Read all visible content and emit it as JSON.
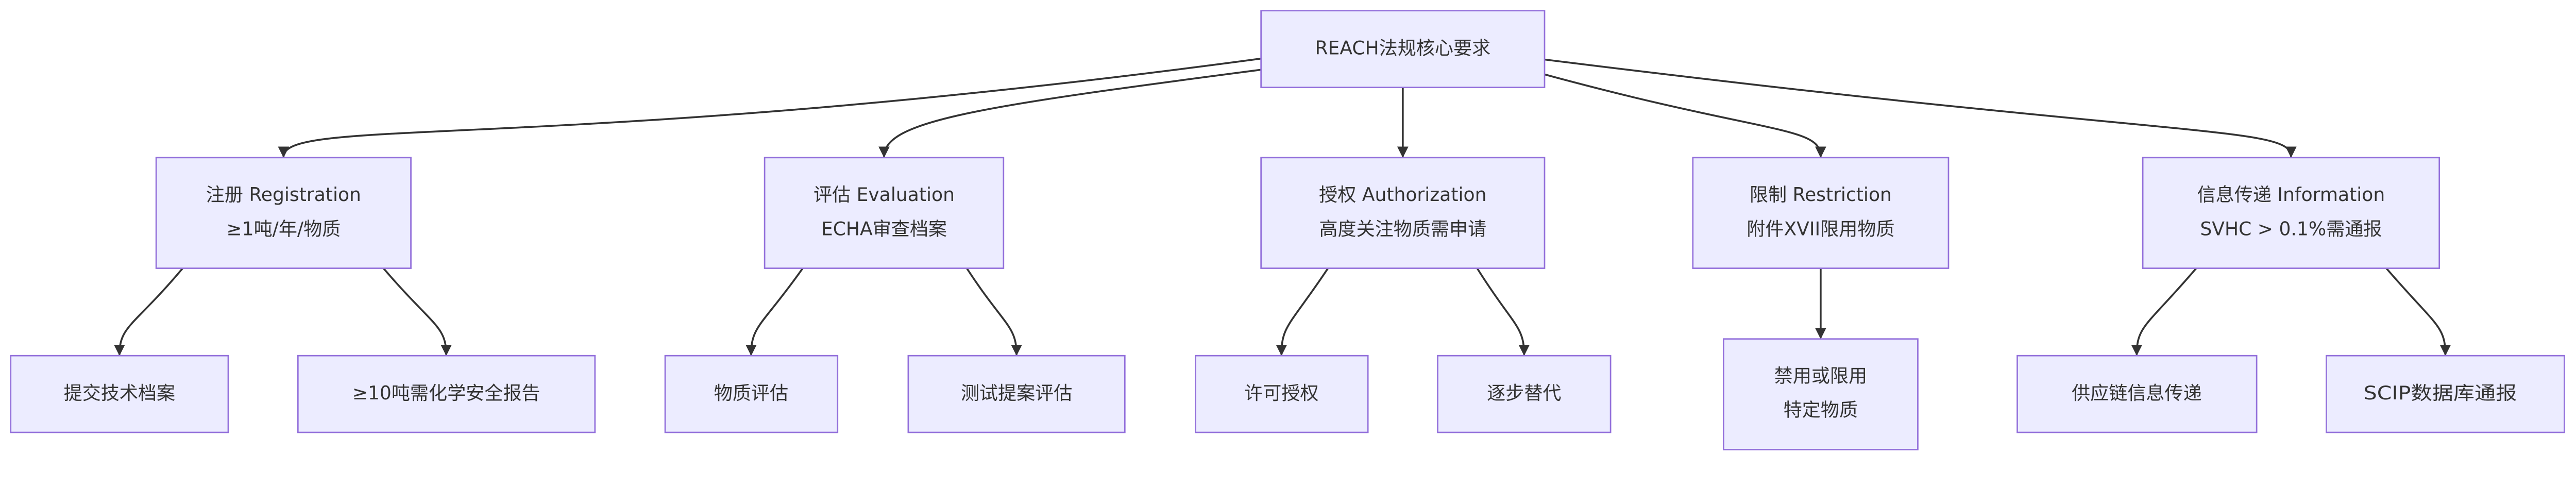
{
  "colors": {
    "node_fill": "#ECECFF",
    "node_stroke": "#9370DB",
    "edge": "#333333"
  },
  "root": {
    "label": "REACH法规核心要求"
  },
  "pillars": [
    {
      "line1": "注册 Registration",
      "line2": "≥1吨/年/物质"
    },
    {
      "line1": "评估 Evaluation",
      "line2": "ECHA审查档案"
    },
    {
      "line1": "授权 Authorization",
      "line2": "高度关注物质需申请"
    },
    {
      "line1": "限制 Restriction",
      "line2": "附件XVII限用物质"
    },
    {
      "line1": "信息传递 Information",
      "line2": "SVHC > 0.1%需通报"
    }
  ],
  "leaves": [
    {
      "line1": "提交技术档案"
    },
    {
      "line1": "≥10吨需化学安全报告"
    },
    {
      "line1": "物质评估"
    },
    {
      "line1": "测试提案评估"
    },
    {
      "line1": "许可授权"
    },
    {
      "line1": "逐步替代"
    },
    {
      "line1": "禁用或限用",
      "line2": "特定物质"
    },
    {
      "line1": "供应链信息传递"
    },
    {
      "line1": "SCIP数据库通报"
    }
  ]
}
